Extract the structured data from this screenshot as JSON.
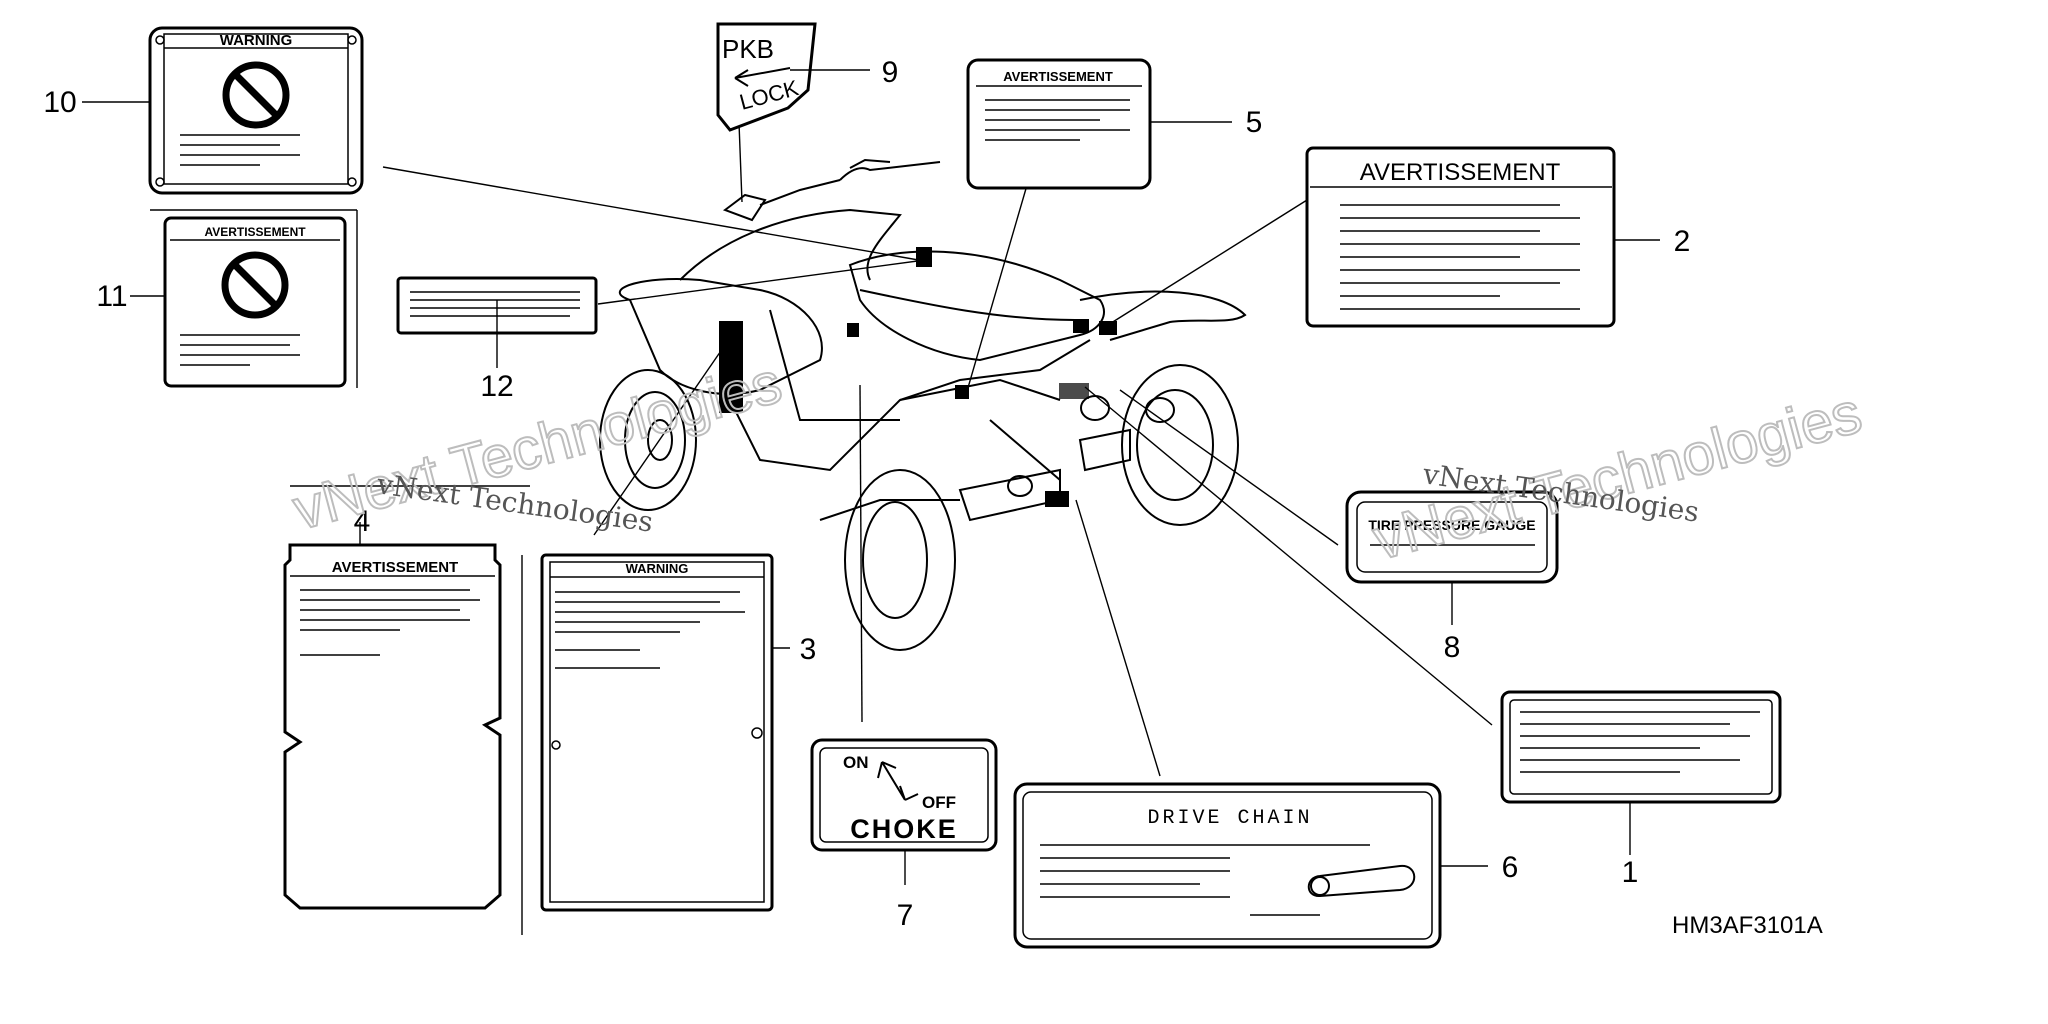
{
  "diagram": {
    "code": "HM3AF3101A",
    "watermark": "vNext Technologies",
    "callouts": [
      "1",
      "2",
      "3",
      "4",
      "5",
      "6",
      "7",
      "8",
      "9",
      "10",
      "11",
      "12"
    ],
    "labels": {
      "warning": "WARNING",
      "avertissement": "AVERTISSEMENT",
      "pkb": "PKB",
      "lock": "LOCK",
      "choke": "CHOKE",
      "on": "ON",
      "off": "OFF",
      "drive_chain": "DRIVE CHAIN",
      "tire_gauge": "TIRE PPESSURE GAUGE"
    }
  }
}
